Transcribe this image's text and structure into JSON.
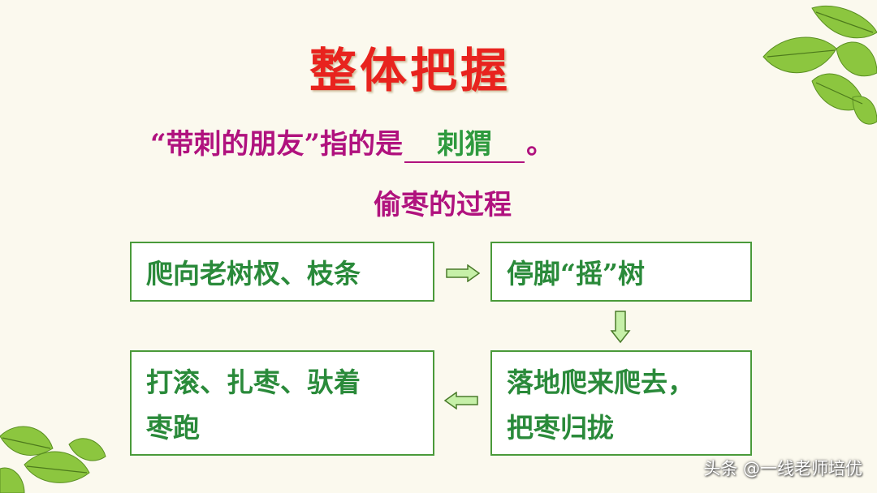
{
  "title": "整体把握",
  "question": {
    "prefix": "“带刺的朋友”指的是",
    "answer": "刺猬",
    "suffix": "。"
  },
  "subtitle": "偷枣的过程",
  "flow": {
    "step1": "爬向老树杈、枝条",
    "step2": "停脚“摇”树",
    "step3_line1": "落地爬来爬去，",
    "step3_line2": "把枣归拢",
    "step4_line1": "打滚、扎枣、驮着",
    "step4_line2": "枣跑"
  },
  "watermark": "头条 @一线老师培优",
  "colors": {
    "title": "#e8231e",
    "prompt": "#b0127e",
    "answer": "#2e9a3e",
    "box_border": "#4a9a3a",
    "arrow": "#c6f0a8"
  },
  "icons": {
    "arrow_right": "arrow-right-icon",
    "arrow_down": "arrow-down-icon",
    "arrow_left": "arrow-left-icon",
    "leaves": "leaf-decoration"
  }
}
